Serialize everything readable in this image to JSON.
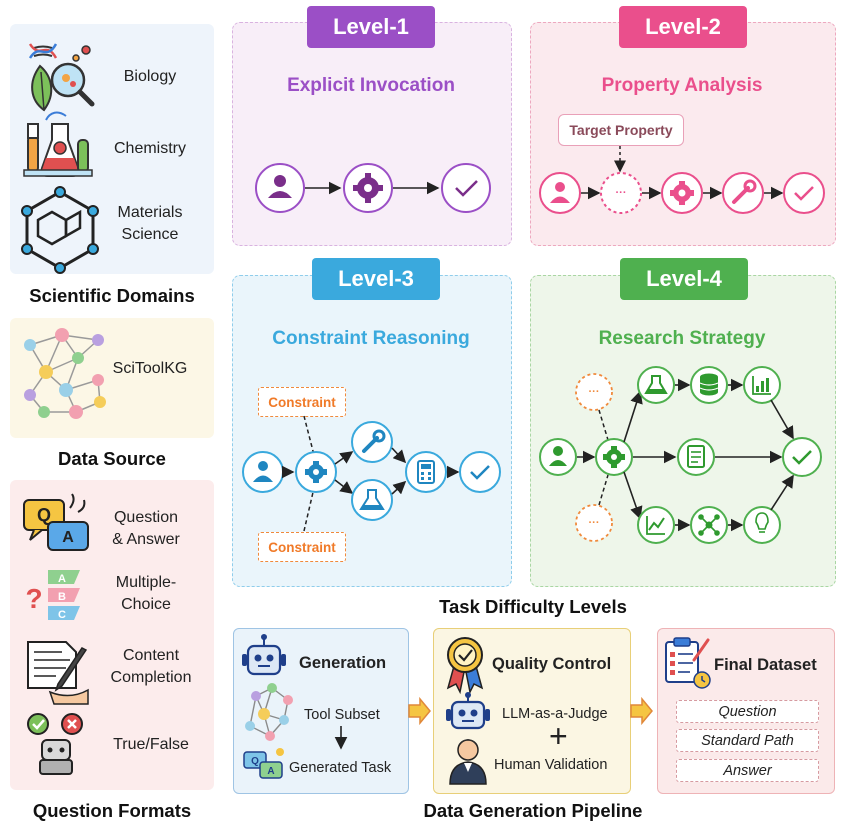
{
  "domains": {
    "title": "Scientific Domains",
    "items": [
      "Biology",
      "Chemistry",
      "Materials\nScience"
    ]
  },
  "data_source": {
    "title": "Data Source",
    "item": "SciToolKG"
  },
  "question_formats": {
    "title": "Question Formats",
    "items": [
      "Question\n& Answer",
      "Multiple-\nChoice",
      "Content\nCompletion",
      "True/False"
    ],
    "mc_letters": [
      "A",
      "B",
      "C"
    ],
    "qa_letters": [
      "Q",
      "A"
    ]
  },
  "levels": [
    {
      "badge": "Level-1",
      "title": "Explicit Invocation",
      "color": "#9b4fc6"
    },
    {
      "badge": "Level-2",
      "title": "Property Analysis",
      "color": "#ea4f8c",
      "extra": "Target Property",
      "dots": "···"
    },
    {
      "badge": "Level-3",
      "title": "Constraint Reasoning",
      "color": "#3aa9dd",
      "constraints": [
        "Constraint",
        "Constraint"
      ]
    },
    {
      "badge": "Level-4",
      "title": "Research Strategy",
      "color": "#4fb04f",
      "dots": "···"
    }
  ],
  "task_levels_label": "Task Difficulty Levels",
  "pipeline": {
    "label": "Data Generation Pipeline",
    "generation": {
      "title": "Generation",
      "tool_subset": "Tool Subset",
      "generated_task": "Generated Task",
      "icon_letters": [
        "Q",
        "A"
      ]
    },
    "quality": {
      "title": "Quality Control",
      "judge": "LLM-as-a-Judge",
      "plus": "+",
      "human": "Human Validation"
    },
    "final": {
      "title": "Final Dataset",
      "items": [
        "Question",
        "Standard Path",
        "Answer"
      ]
    }
  },
  "colors": {
    "purple": "#9b4fc6",
    "pink": "#ea4f8c",
    "blue": "#3aa9dd",
    "green": "#4fb04f",
    "orange": "#f08a3c"
  }
}
